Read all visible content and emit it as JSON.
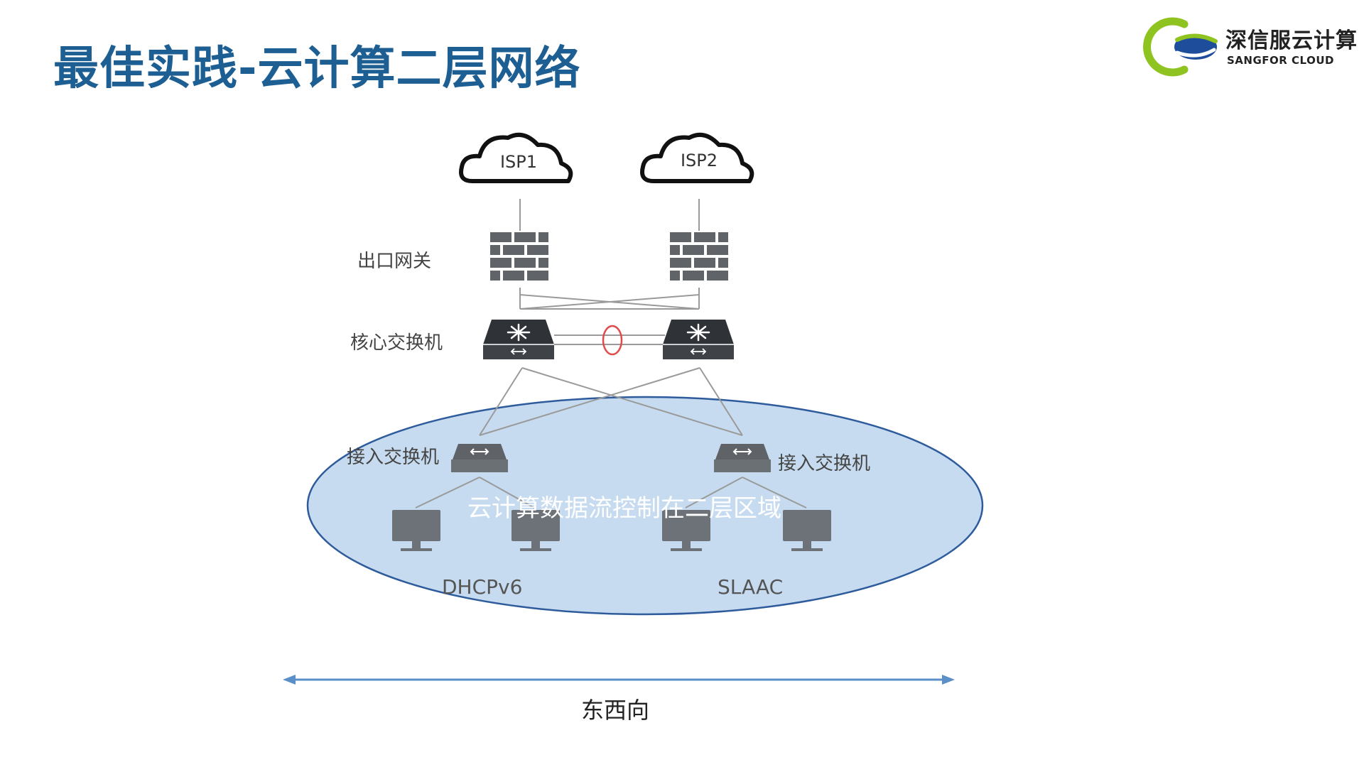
{
  "slide": {
    "title": "最佳实践-云计算二层网络"
  },
  "logo": {
    "name_cn": "深信服云计算",
    "name_en": "SANGFOR CLOUD",
    "colors": {
      "green": "#8fc31f",
      "blue": "#1e4d9b"
    }
  },
  "diagram": {
    "isp1": "ISP1",
    "isp2": "ISP2",
    "gateway_label": "出口网关",
    "core_switch_label": "核心交换机",
    "access_switch_label_left": "接入交换机",
    "access_switch_label_right": "接入交换机",
    "zone_label": "云计算数据流控制在二层区域",
    "left_group_label": "DHCPv6",
    "right_group_label": "SLAAC",
    "direction_label": "东西向",
    "icons": [
      "cloud-icon",
      "firewall-icon",
      "core-switch-icon",
      "access-switch-icon",
      "monitor-icon"
    ],
    "colors": {
      "zone_fill": "#bcd5ec",
      "zone_stroke": "#2e5b9c",
      "device_fill": "#5f6368",
      "stack_ring": "#e24b4b",
      "arrow": "#5b8fc8"
    }
  }
}
